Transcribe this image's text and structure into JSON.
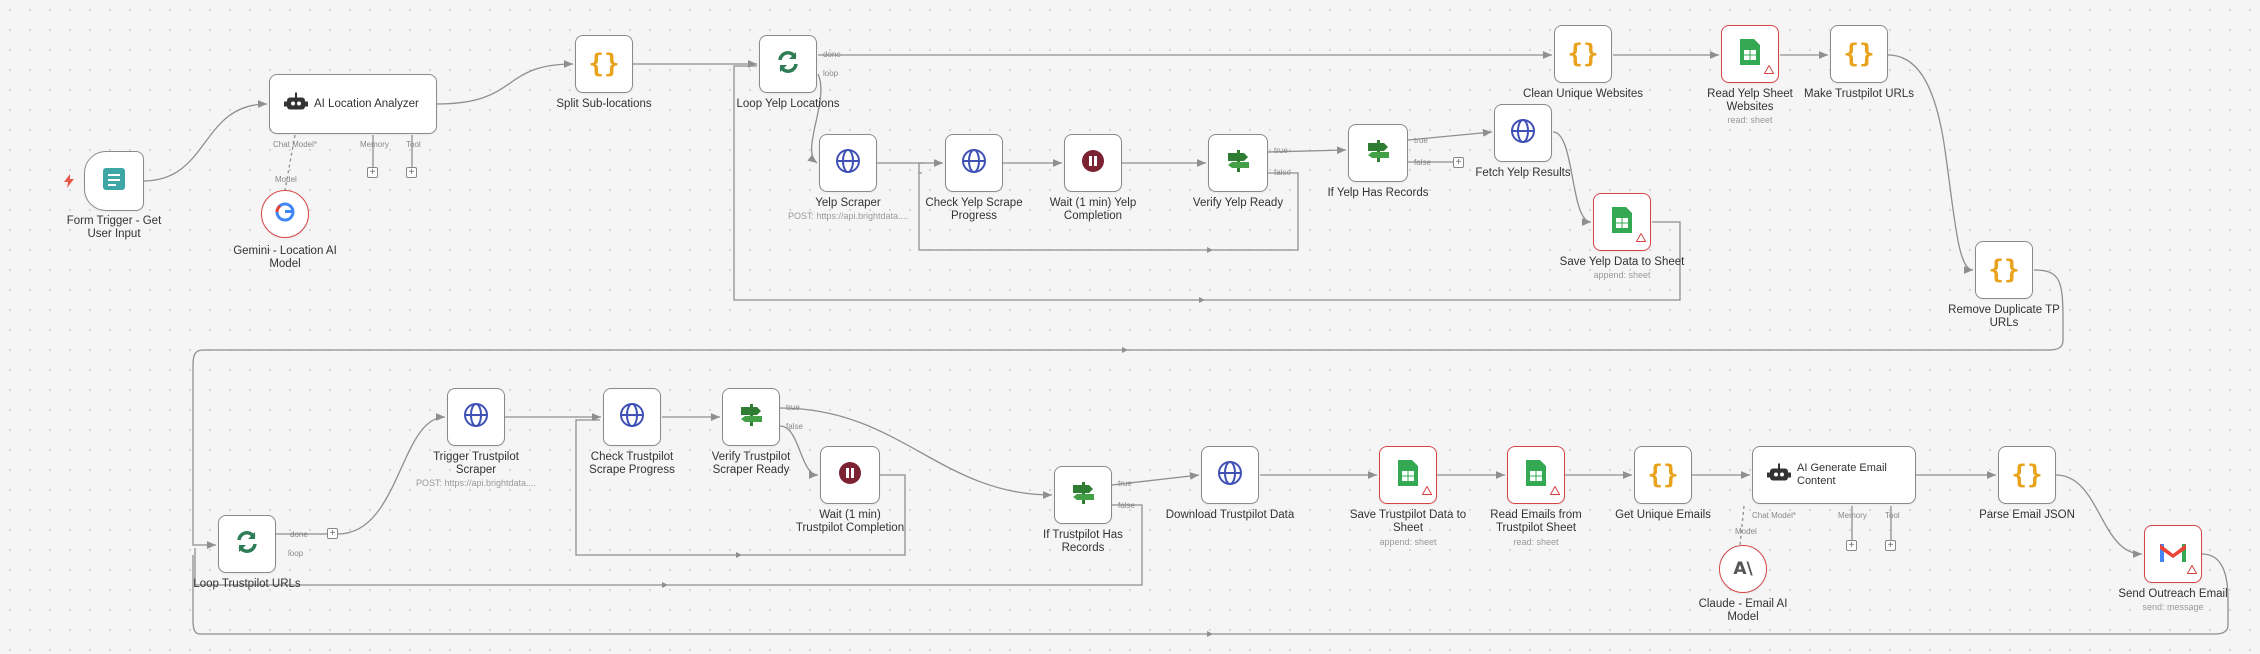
{
  "nodes": {
    "form_trigger": {
      "label": "Form Trigger - Get User Input"
    },
    "ai_location": {
      "label": "AI Location Analyzer",
      "ports": {
        "chat_model": "Chat Model*",
        "memory": "Memory",
        "tool": "Tool"
      }
    },
    "gemini": {
      "label": "Gemini - Location AI Model",
      "port": "Model"
    },
    "split_sub": {
      "label": "Split Sub-locations"
    },
    "loop_yelp": {
      "label": "Loop Yelp Locations",
      "out_done": "done",
      "out_loop": "loop"
    },
    "yelp_scraper": {
      "label": "Yelp Scraper",
      "sub": "POST: https://api.brightdata...."
    },
    "check_yelp": {
      "label": "Check Yelp Scrape Progress"
    },
    "wait_yelp": {
      "label": "Wait (1 min) Yelp Completion"
    },
    "verify_yelp": {
      "label": "Verify Yelp Ready",
      "out_true": "true",
      "out_false": "false"
    },
    "if_yelp": {
      "label": "If Yelp Has Records",
      "out_true": "true",
      "out_false": "false"
    },
    "fetch_yelp": {
      "label": "Fetch Yelp Results"
    },
    "save_yelp": {
      "label": "Save Yelp Data to Sheet",
      "sub": "append: sheet"
    },
    "clean_websites": {
      "label": "Clean Unique Websites"
    },
    "read_yelp_sheet": {
      "label": "Read Yelp Sheet Websites",
      "sub": "read: sheet"
    },
    "make_tp_urls": {
      "label": "Make Trustpilot URLs"
    },
    "remove_dup_tp": {
      "label": "Remove Duplicate TP URLs"
    },
    "loop_tp": {
      "label": "Loop Trustpilot URLs",
      "out_done": "done",
      "out_loop": "loop"
    },
    "trigger_tp": {
      "label": "Trigger Trustpilot Scraper",
      "sub": "POST: https://api.brightdata...."
    },
    "check_tp": {
      "label": "Check Trustpilot Scrape Progress"
    },
    "verify_tp": {
      "label": "Verify Trustpilot Scraper Ready",
      "out_true": "true",
      "out_false": "false"
    },
    "wait_tp": {
      "label": "Wait (1 min) Trustpilot Completion"
    },
    "if_tp": {
      "label": "If Trustpilot Has Records",
      "out_true": "true",
      "out_false": "false"
    },
    "download_tp": {
      "label": "Download Trustpilot Data"
    },
    "save_tp": {
      "label": "Save Trustpilot Data to Sheet",
      "sub": "append: sheet"
    },
    "read_emails": {
      "label": "Read Emails from Trustpilot Sheet",
      "sub": "read: sheet"
    },
    "unique_emails": {
      "label": "Get Unique Emails"
    },
    "ai_email": {
      "label": "AI Generate Email Content",
      "ports": {
        "chat_model": "Chat Model*",
        "memory": "Memory",
        "tool": "Tool"
      }
    },
    "claude": {
      "label": "Claude - Email AI Model",
      "port": "Model"
    },
    "parse_json": {
      "label": "Parse Email JSON"
    },
    "send_email": {
      "label": "Send Outreach Email",
      "sub": "send: message"
    }
  },
  "colors": {
    "wire": "#8f8f8f",
    "code": "#e8a21b",
    "http": "#3f51b5",
    "sheets": "#34a853",
    "switch": "#2e7d32",
    "wait": "#7b2233",
    "loop": "#2e7d57",
    "error": "#d64545"
  },
  "icons": {
    "form_trigger": "form-icon",
    "ai_location": "robot-icon",
    "gemini": "google-icon",
    "split_sub": "code-braces-icon",
    "loop_yelp": "loop-arrows-icon",
    "http": "globe-icon",
    "wait": "pause-icon",
    "switch": "signpost-icon",
    "sheets": "sheets-icon",
    "claude": "anthropic-icon",
    "send_email": "gmail-icon"
  }
}
